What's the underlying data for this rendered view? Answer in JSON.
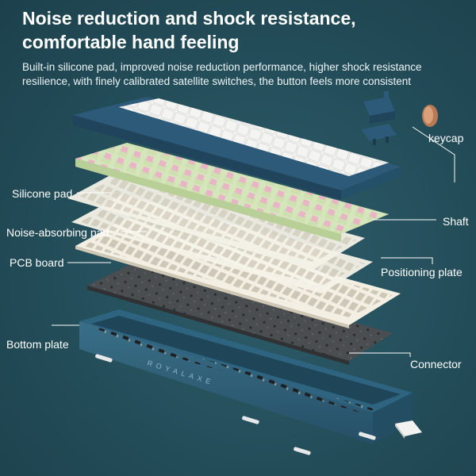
{
  "headline": {
    "line1": "Noise reduction and shock resistance,",
    "line2": "comfortable hand feeling"
  },
  "description": "Built-in silicone pad, improved noise reduction performance, higher shock resistance resilience, with finely calibrated satellite switches, the button feels more consistent",
  "labels": {
    "keycap": "keycap",
    "silicone_pad": "Silicone pad",
    "shaft": "Shaft",
    "noise_pad": "Noise-absorbing pad",
    "positioning_plate": "Positioning plate",
    "pcb_board": "PCB board",
    "bottom_plate": "Bottom plate",
    "connector": "Connector"
  },
  "brand": "ROYALAXE",
  "colors": {
    "background": "#234d59",
    "keycap_blue": "#2c5a78",
    "keycap_white": "#f2f2f0",
    "switch_pink": "#e9b4c6",
    "plate": "#f3efe3",
    "pcb": "#4a4d4f",
    "case": "#2c5f79"
  }
}
